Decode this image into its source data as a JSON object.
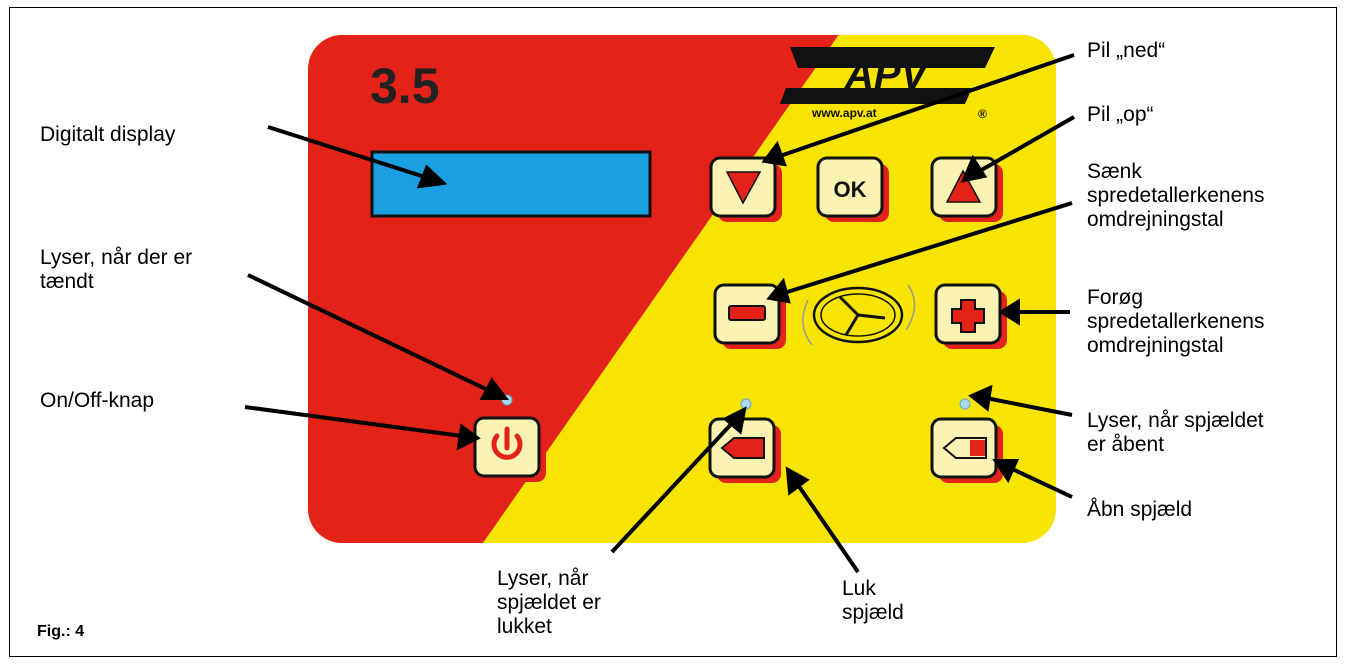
{
  "figure_label": "Fig.: 4",
  "panel": {
    "model": "3.5",
    "brand": "APV",
    "brand_url": "www.apv.at",
    "registered_mark": "®",
    "ok_label": "OK"
  },
  "callouts": {
    "digital_display": "Digitalt display",
    "power_light": [
      "Lyser, når der er",
      "tændt"
    ],
    "on_off": "On/Off-knap",
    "arrow_down": "Pil „ned“",
    "arrow_up": "Pil „op“",
    "decrease_speed": [
      "Sænk",
      "spredetallerkenens",
      "omdrejningstal"
    ],
    "increase_speed": [
      "Forøg",
      "spredetallerkenens",
      "omdrejningstal"
    ],
    "open_light": [
      "Lyser, når spjældet",
      "er åbent"
    ],
    "open_shutter": "Åbn spjæld",
    "closed_light": [
      "Lyser, når",
      "spjældet er",
      "lukket"
    ],
    "close_shutter": [
      "Luk",
      "spjæld"
    ]
  },
  "colors": {
    "red": "#e3231a",
    "yellow": "#f7e400",
    "display_blue": "#1aa0e0",
    "key_face": "#fbf3b4",
    "led": "#a8d8f0"
  }
}
